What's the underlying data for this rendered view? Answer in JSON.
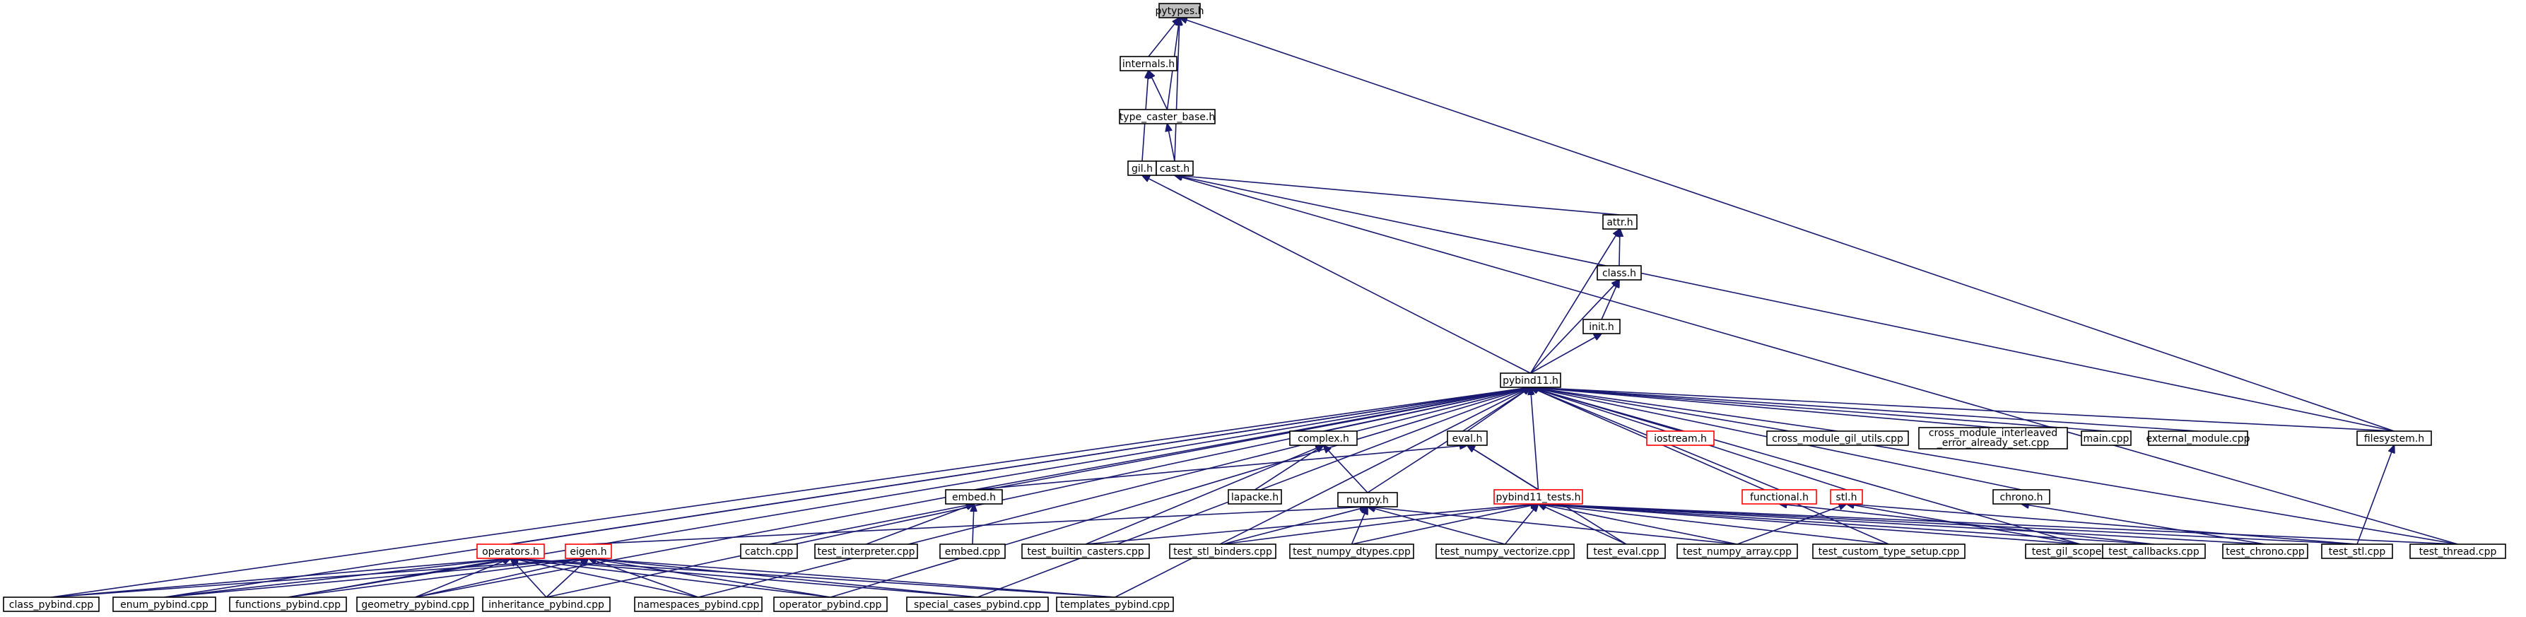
{
  "nodes": {
    "pytypes": {
      "label": "pytypes.h"
    },
    "internals": {
      "label": "internals.h"
    },
    "type_caster_base": {
      "label": "type_caster_base.h"
    },
    "gil": {
      "label": "gil.h"
    },
    "cast": {
      "label": "cast.h"
    },
    "attr": {
      "label": "attr.h"
    },
    "class": {
      "label": "class.h"
    },
    "init": {
      "label": "init.h"
    },
    "pybind11": {
      "label": "pybind11.h"
    },
    "complex": {
      "label": "complex.h"
    },
    "eval": {
      "label": "eval.h"
    },
    "iostream": {
      "label": "iostream.h"
    },
    "cross_module_gil_utils": {
      "label": "cross_module_gil_utils.cpp"
    },
    "cross_module_interleaved": {
      "label": "cross_module_interleaved",
      "label2": "_error_already_set.cpp"
    },
    "main_cpp": {
      "label": "main.cpp"
    },
    "external_module": {
      "label": "external_module.cpp"
    },
    "filesystem": {
      "label": "filesystem.h"
    },
    "lapacke": {
      "label": "lapacke.h"
    },
    "embed": {
      "label": "embed.h"
    },
    "numpy": {
      "label": "numpy.h"
    },
    "pybind11_tests": {
      "label": "pybind11_tests.h"
    },
    "functional": {
      "label": "functional.h"
    },
    "stl": {
      "label": "stl.h"
    },
    "chrono": {
      "label": "chrono.h"
    },
    "operators": {
      "label": "operators.h"
    },
    "eigen": {
      "label": "eigen.h"
    },
    "catch_cpp": {
      "label": "catch.cpp"
    },
    "test_interpreter": {
      "label": "test_interpreter.cpp"
    },
    "embed_cpp": {
      "label": "embed.cpp"
    },
    "test_builtin_casters": {
      "label": "test_builtin_casters.cpp"
    },
    "test_stl_binders": {
      "label": "test_stl_binders.cpp"
    },
    "test_numpy_dtypes": {
      "label": "test_numpy_dtypes.cpp"
    },
    "test_numpy_vectorize": {
      "label": "test_numpy_vectorize.cpp"
    },
    "test_eval": {
      "label": "test_eval.cpp"
    },
    "test_numpy_array": {
      "label": "test_numpy_array.cpp"
    },
    "test_custom_type_setup": {
      "label": "test_custom_type_setup.cpp"
    },
    "test_gil_scoped": {
      "label": "test_gil_scoped.cpp"
    },
    "test_callbacks": {
      "label": "test_callbacks.cpp"
    },
    "test_chrono": {
      "label": "test_chrono.cpp"
    },
    "test_stl": {
      "label": "test_stl.cpp"
    },
    "test_thread": {
      "label": "test_thread.cpp"
    },
    "class_pybind": {
      "label": "class_pybind.cpp"
    },
    "enum_pybind": {
      "label": "enum_pybind.cpp"
    },
    "functions_pybind": {
      "label": "functions_pybind.cpp"
    },
    "geometry_pybind": {
      "label": "geometry_pybind.cpp"
    },
    "inheritance_pybind": {
      "label": "inheritance_pybind.cpp"
    },
    "namespaces_pybind": {
      "label": "namespaces_pybind.cpp"
    },
    "operator_pybind": {
      "label": "operator_pybind.cpp"
    },
    "special_cases_pybind": {
      "label": "special_cases_pybind.cpp"
    },
    "templates_pybind": {
      "label": "templates_pybind.cpp"
    }
  },
  "edges": [
    [
      "internals",
      "pytypes"
    ],
    [
      "type_caster_base",
      "pytypes"
    ],
    [
      "cast",
      "pytypes"
    ],
    [
      "filesystem",
      "pytypes"
    ],
    [
      "type_caster_base",
      "internals"
    ],
    [
      "gil",
      "internals"
    ],
    [
      "cast",
      "type_caster_base"
    ],
    [
      "pybind11",
      "gil"
    ],
    [
      "attr",
      "cast"
    ],
    [
      "filesystem",
      "cast"
    ],
    [
      "test_thread",
      "cast"
    ],
    [
      "class",
      "attr"
    ],
    [
      "pybind11",
      "attr"
    ],
    [
      "init",
      "class"
    ],
    [
      "pybind11",
      "class"
    ],
    [
      "pybind11",
      "init"
    ],
    [
      "complex",
      "pybind11"
    ],
    [
      "eval",
      "pybind11"
    ],
    [
      "iostream",
      "pybind11"
    ],
    [
      "cross_module_gil_utils",
      "pybind11"
    ],
    [
      "cross_module_interleaved",
      "pybind11"
    ],
    [
      "main_cpp",
      "pybind11"
    ],
    [
      "external_module",
      "pybind11"
    ],
    [
      "filesystem",
      "pybind11"
    ],
    [
      "embed",
      "pybind11"
    ],
    [
      "numpy",
      "pybind11"
    ],
    [
      "pybind11_tests",
      "pybind11"
    ],
    [
      "functional",
      "pybind11"
    ],
    [
      "stl",
      "pybind11"
    ],
    [
      "chrono",
      "pybind11"
    ],
    [
      "operators",
      "pybind11"
    ],
    [
      "test_thread",
      "pybind11"
    ],
    [
      "test_gil_scoped",
      "pybind11"
    ],
    [
      "test_custom_type_setup",
      "pybind11"
    ],
    [
      "class_pybind",
      "pybind11"
    ],
    [
      "enum_pybind",
      "pybind11"
    ],
    [
      "functions_pybind",
      "pybind11"
    ],
    [
      "geometry_pybind",
      "pybind11"
    ],
    [
      "inheritance_pybind",
      "pybind11"
    ],
    [
      "namespaces_pybind",
      "pybind11"
    ],
    [
      "operator_pybind",
      "pybind11"
    ],
    [
      "special_cases_pybind",
      "pybind11"
    ],
    [
      "templates_pybind",
      "pybind11"
    ],
    [
      "lapacke",
      "complex"
    ],
    [
      "numpy",
      "complex"
    ],
    [
      "test_builtin_casters",
      "complex"
    ],
    [
      "embed",
      "eval"
    ],
    [
      "pybind11_tests",
      "eval"
    ],
    [
      "test_eval",
      "eval"
    ],
    [
      "test_stl",
      "filesystem"
    ],
    [
      "catch_cpp",
      "embed"
    ],
    [
      "test_interpreter",
      "embed"
    ],
    [
      "embed_cpp",
      "embed"
    ],
    [
      "eigen",
      "numpy"
    ],
    [
      "test_stl_binders",
      "numpy"
    ],
    [
      "test_numpy_dtypes",
      "numpy"
    ],
    [
      "test_numpy_vectorize",
      "numpy"
    ],
    [
      "test_numpy_array",
      "numpy"
    ],
    [
      "test_builtin_casters",
      "pybind11_tests"
    ],
    [
      "test_stl_binders",
      "pybind11_tests"
    ],
    [
      "test_numpy_dtypes",
      "pybind11_tests"
    ],
    [
      "test_numpy_vectorize",
      "pybind11_tests"
    ],
    [
      "test_eval",
      "pybind11_tests"
    ],
    [
      "test_numpy_array",
      "pybind11_tests"
    ],
    [
      "test_custom_type_setup",
      "pybind11_tests"
    ],
    [
      "test_gil_scoped",
      "pybind11_tests"
    ],
    [
      "test_callbacks",
      "pybind11_tests"
    ],
    [
      "test_chrono",
      "pybind11_tests"
    ],
    [
      "test_stl",
      "pybind11_tests"
    ],
    [
      "test_thread",
      "pybind11_tests"
    ],
    [
      "test_callbacks",
      "functional"
    ],
    [
      "test_numpy_array",
      "stl"
    ],
    [
      "test_stl",
      "stl"
    ],
    [
      "test_gil_scoped",
      "stl"
    ],
    [
      "test_chrono",
      "chrono"
    ],
    [
      "class_pybind",
      "operators"
    ],
    [
      "enum_pybind",
      "operators"
    ],
    [
      "functions_pybind",
      "operators"
    ],
    [
      "geometry_pybind",
      "operators"
    ],
    [
      "inheritance_pybind",
      "operators"
    ],
    [
      "namespaces_pybind",
      "operators"
    ],
    [
      "operator_pybind",
      "operators"
    ],
    [
      "special_cases_pybind",
      "operators"
    ],
    [
      "templates_pybind",
      "operators"
    ],
    [
      "class_pybind",
      "eigen"
    ],
    [
      "enum_pybind",
      "eigen"
    ],
    [
      "functions_pybind",
      "eigen"
    ],
    [
      "geometry_pybind",
      "eigen"
    ],
    [
      "inheritance_pybind",
      "eigen"
    ],
    [
      "namespaces_pybind",
      "eigen"
    ],
    [
      "operator_pybind",
      "eigen"
    ],
    [
      "special_cases_pybind",
      "eigen"
    ],
    [
      "templates_pybind",
      "eigen"
    ]
  ]
}
